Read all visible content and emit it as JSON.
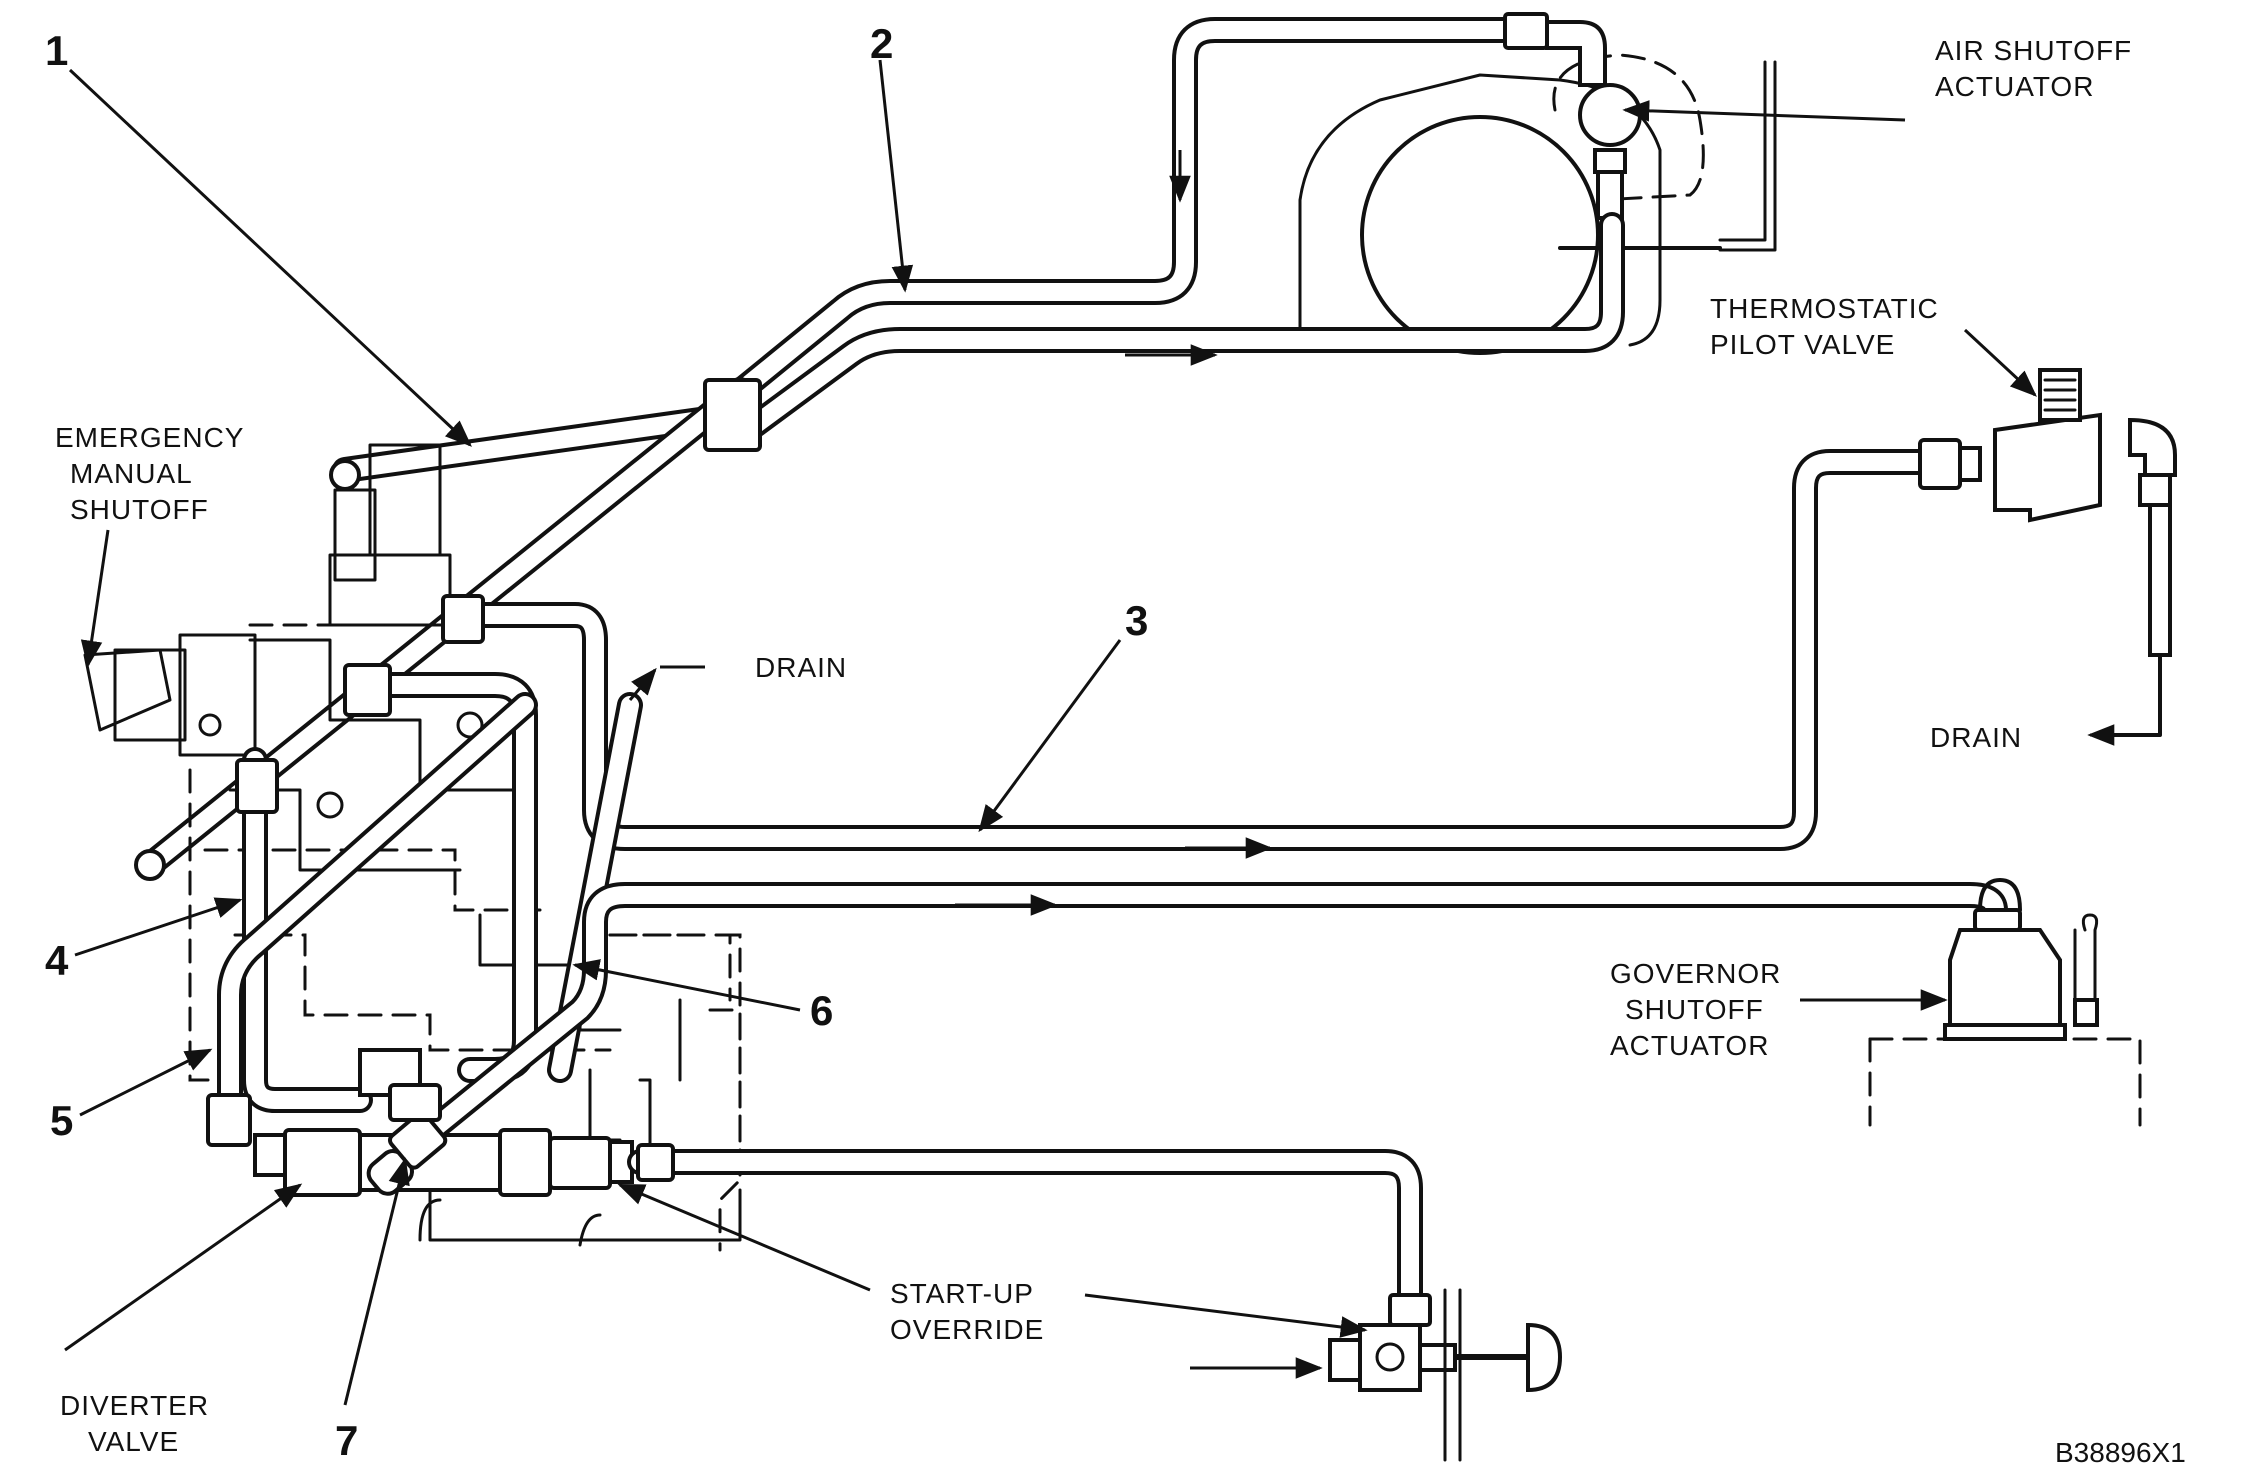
{
  "figure_code": "B38896X1",
  "labels": {
    "air_shutoff_actuator": [
      "AIR SHUTOFF",
      "ACTUATOR"
    ],
    "thermostatic_pilot_valve": [
      "THERMOSTATIC",
      "PILOT VALVE"
    ],
    "emergency_manual_shutoff": [
      "EMERGENCY",
      "MANUAL",
      "SHUTOFF"
    ],
    "drain_center": "DRAIN",
    "drain_right": "DRAIN",
    "governor_shutoff_actuator": [
      "GOVERNOR",
      "SHUTOFF",
      "ACTUATOR"
    ],
    "start_up_override": [
      "START-UP",
      "OVERRIDE"
    ],
    "diverter_valve": [
      "DIVERTER",
      "VALVE"
    ]
  },
  "callouts": [
    "1",
    "2",
    "3",
    "4",
    "5",
    "6",
    "7"
  ]
}
